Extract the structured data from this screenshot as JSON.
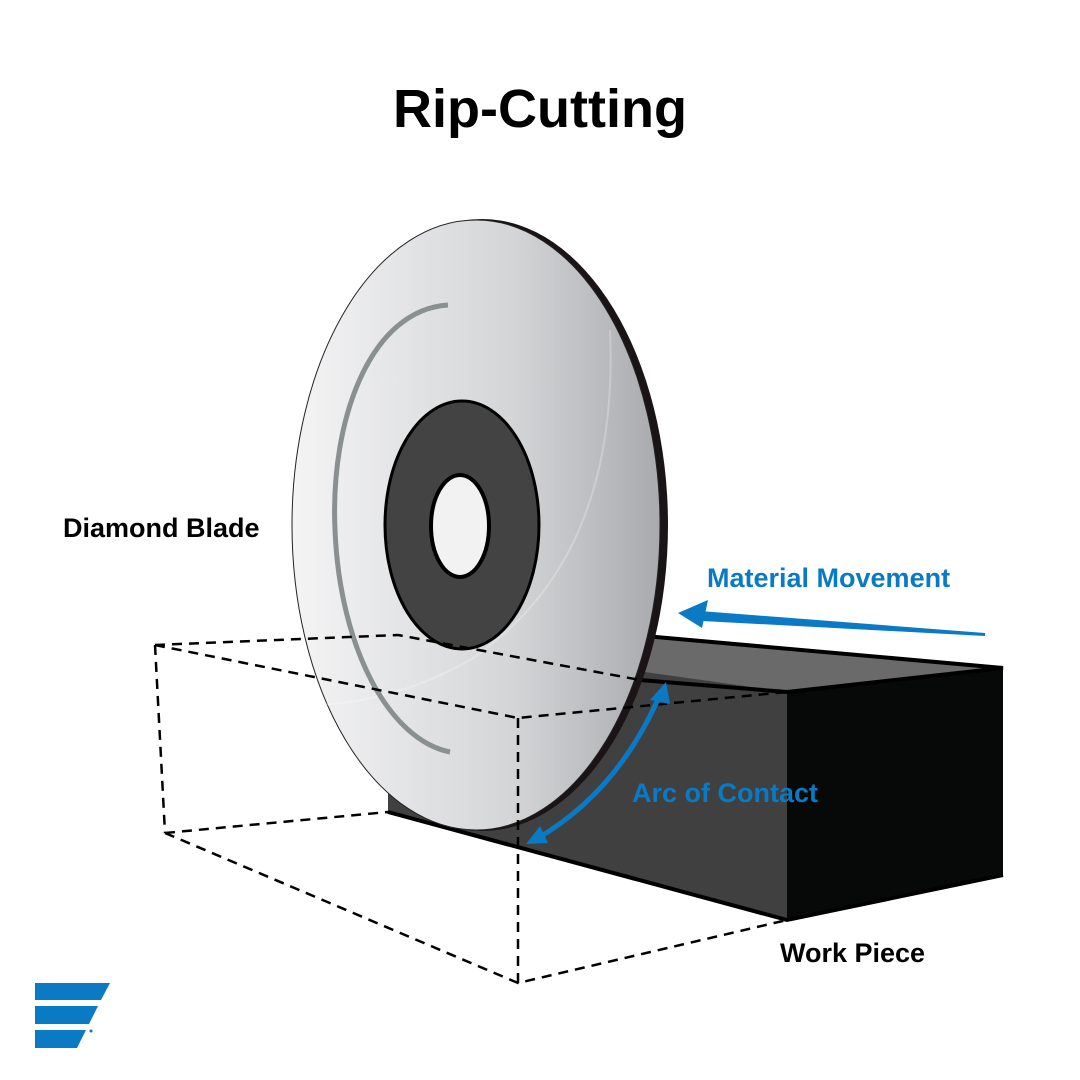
{
  "title": "Rip-Cutting",
  "labels": {
    "blade": "Diamond Blade",
    "material_movement": "Material Movement",
    "arc_of_contact": "Arc of Contact",
    "work_piece": "Work Piece"
  },
  "colors": {
    "accent": "#0a7ac4",
    "workpiece_top": "#6a6a6a",
    "workpiece_front": "#404040",
    "workpiece_side": "#070909",
    "hub": "#434343"
  },
  "logo": {
    "icon": "brand-stripes-logo"
  }
}
